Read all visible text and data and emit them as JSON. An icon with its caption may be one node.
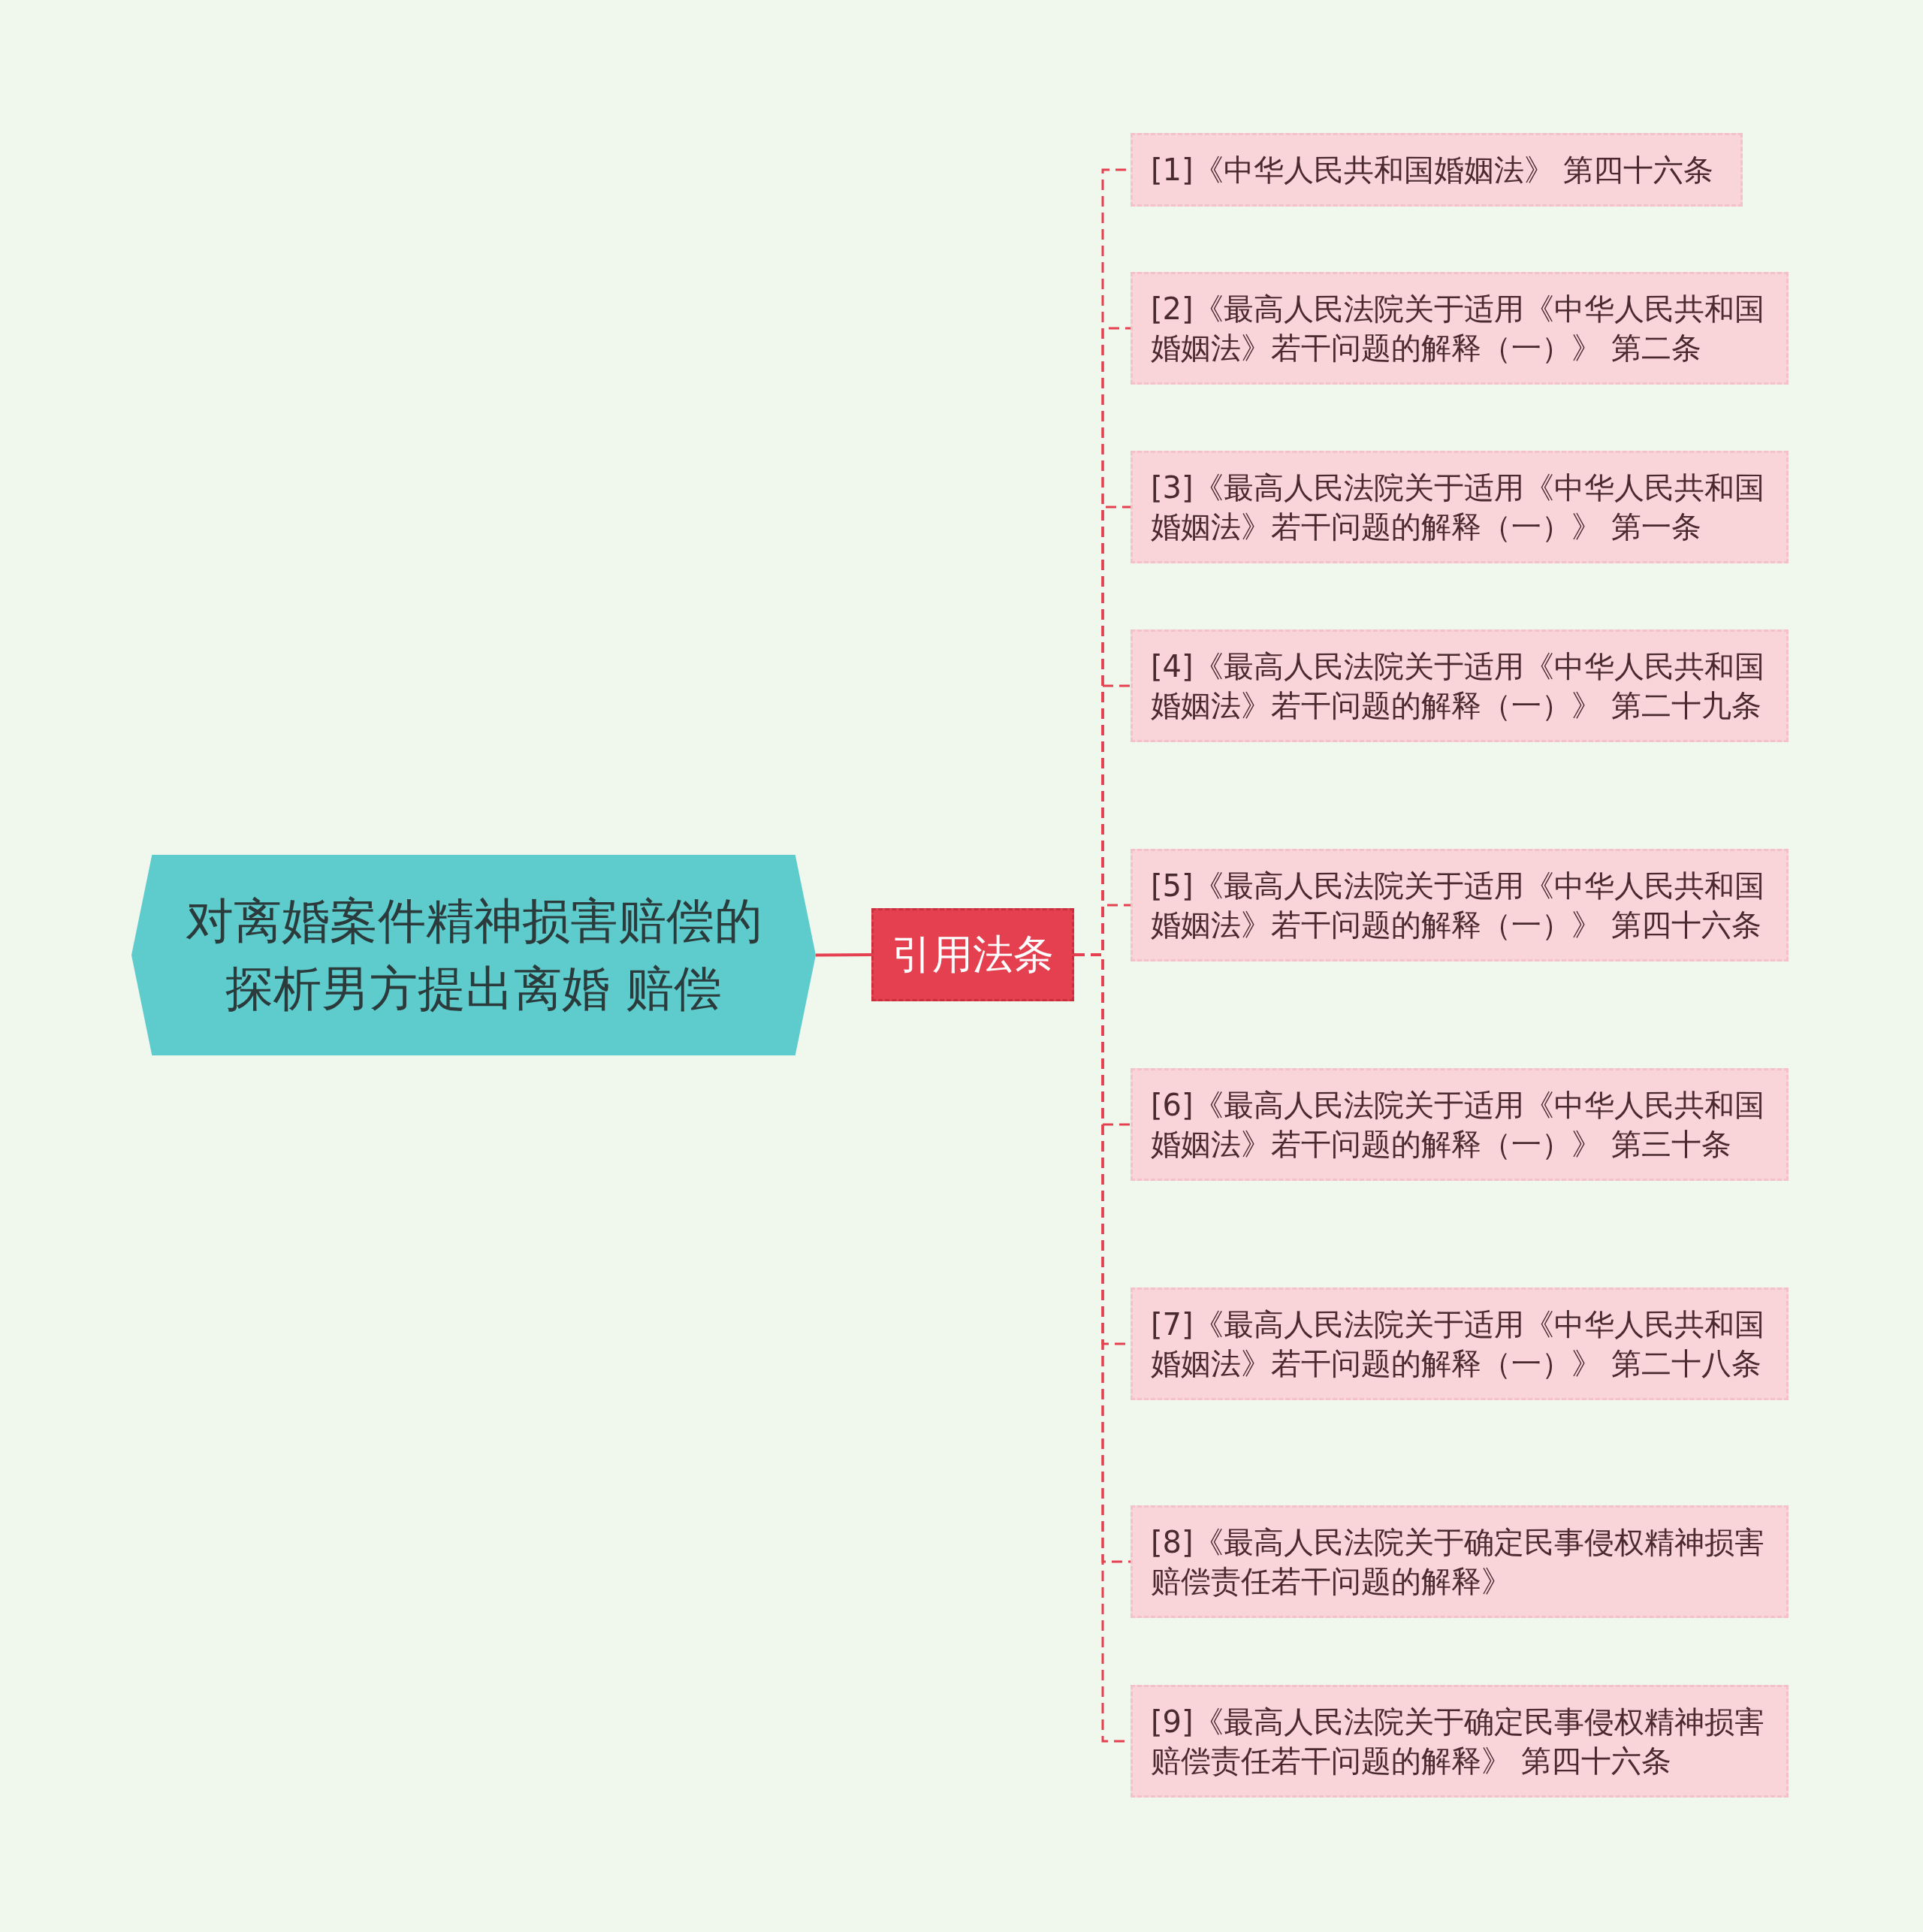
{
  "diagram": {
    "nodes": [
      {
        "text": [
          "对离婚案件精神损害赔偿的探析男方提出离婚 赔偿"
        ]
      },
      {
        "text": [
          "引用法条"
        ]
      },
      {
        "text": [
          "[1]《中华人民共和国婚姻法》 第四十六条"
        ]
      },
      {
        "text": [
          "[2]《最高人民法院关于适用《中华人民共和国婚姻法》若干问题的解释（一）》 第二条"
        ]
      },
      {
        "text": [
          "[3]《最高人民法院关于适用《中华人民共和国婚姻法》若干问题的解释（一）》 第一条"
        ]
      },
      {
        "text": [
          "[4]《最高人民法院关于适用《中华人民共和国婚姻法》若干问题的解释（一）》 第二十九条"
        ]
      },
      {
        "text": [
          "[5]《最高人民法院关于适用《中华人民共和国婚姻法》若干问题的解释（一）》 第四十六条"
        ]
      },
      {
        "text": [
          "[6]《最高人民法院关于适用《中华人民共和国婚姻法》若干问题的解释（一）》 第三十条"
        ]
      },
      {
        "text": [
          "[7]《最高人民法院关于适用《中华人民共和国婚姻法》若干问题的解释（一）》 第二十八条"
        ]
      },
      {
        "text": [
          "[8]《最高人民法院关于确定民事侵权精神损害赔偿责任若干问题的解释》"
        ]
      },
      {
        "text": [
          "[9]《最高人民法院关于确定民事侵权精神损害赔偿责任若干问题的解释》 第四十六条"
        ]
      }
    ],
    "edges": [
      {
        "from": 0,
        "to": 1,
        "arrow": "none"
      },
      {
        "from": 1,
        "to": 2,
        "arrow": "none",
        "style": "dashed"
      },
      {
        "from": 1,
        "to": 3,
        "arrow": "none",
        "style": "dashed"
      },
      {
        "from": 1,
        "to": 4,
        "arrow": "none",
        "style": "dashed"
      },
      {
        "from": 1,
        "to": 5,
        "arrow": "none",
        "style": "dashed"
      },
      {
        "from": 1,
        "to": 6,
        "arrow": "none",
        "style": "dashed"
      },
      {
        "from": 1,
        "to": 7,
        "arrow": "none",
        "style": "dashed"
      },
      {
        "from": 1,
        "to": 8,
        "arrow": "none",
        "style": "dashed"
      },
      {
        "from": 1,
        "to": 9,
        "arrow": "none",
        "style": "dashed"
      },
      {
        "from": 1,
        "to": 10,
        "arrow": "none",
        "style": "dashed"
      }
    ]
  }
}
